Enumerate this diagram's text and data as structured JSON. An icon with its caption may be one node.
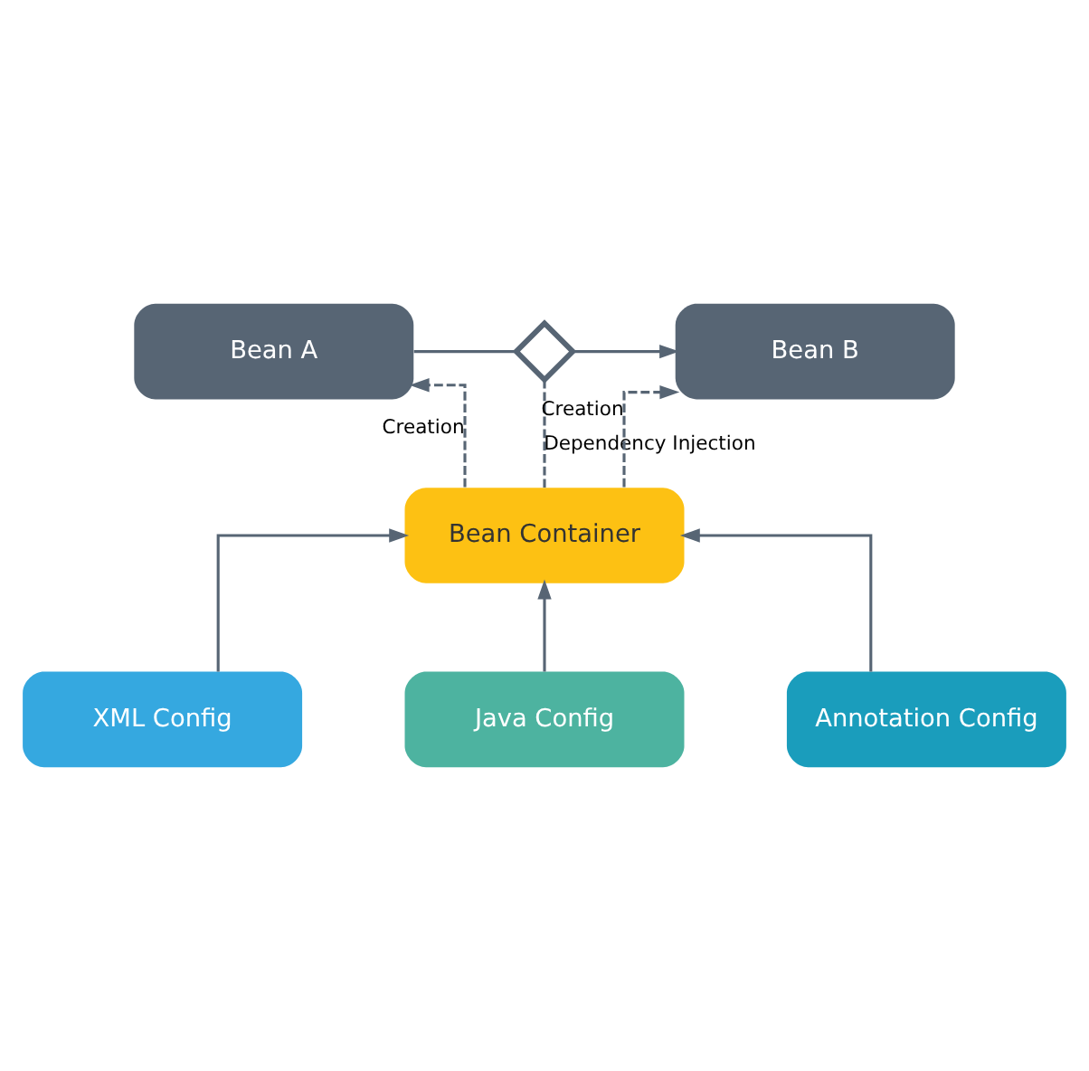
{
  "diagram": {
    "nodes": [
      {
        "text": [
          "Bean A"
        ]
      },
      {
        "text": [],
        "shape": "diamond"
      },
      {
        "text": [
          "Bean B"
        ]
      },
      {
        "text": [
          "Bean Container"
        ]
      },
      {
        "text": [
          "XML Config"
        ]
      },
      {
        "text": [
          "Java Config"
        ]
      },
      {
        "text": [
          "Annotation Config"
        ]
      }
    ],
    "edges": [
      {
        "from": 0,
        "to": 1,
        "arrow": "none"
      },
      {
        "from": 1,
        "to": 2,
        "arrow": "to"
      },
      {
        "from": 3,
        "to": 1,
        "arrow": "none",
        "style": "dashed",
        "label": "Dependency Injection"
      },
      {
        "from": 3,
        "to": 0,
        "arrow": "to",
        "style": "dashed",
        "label": "Creation"
      },
      {
        "from": 3,
        "to": 2,
        "arrow": "to",
        "style": "dashed",
        "label": "Creation"
      },
      {
        "from": 4,
        "to": 3,
        "arrow": "to"
      },
      {
        "from": 5,
        "to": 3,
        "arrow": "to"
      },
      {
        "from": 6,
        "to": 3,
        "arrow": "to"
      }
    ]
  }
}
